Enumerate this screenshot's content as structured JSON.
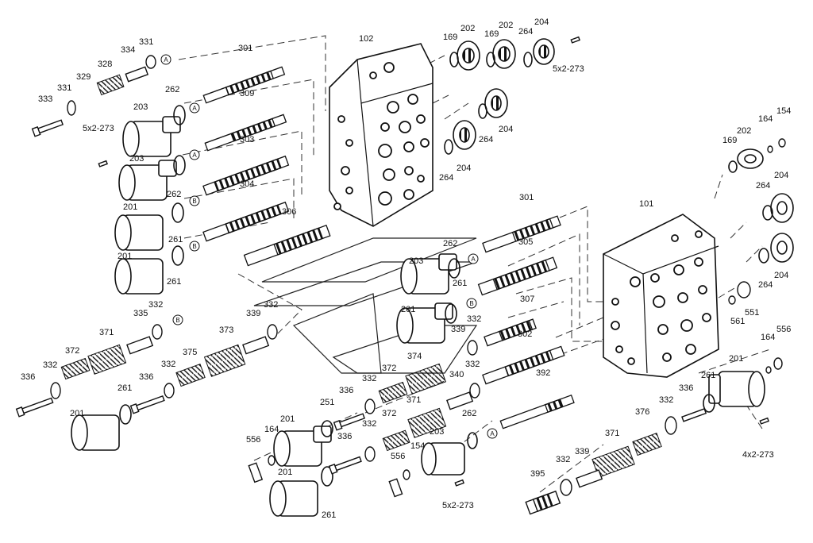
{
  "callouts": [
    {
      "id": "c331a",
      "label": "331"
    },
    {
      "id": "c334",
      "label": "334"
    },
    {
      "id": "c328",
      "label": "328"
    },
    {
      "id": "c329",
      "label": "329"
    },
    {
      "id": "c331b",
      "label": "331"
    },
    {
      "id": "c333",
      "label": "333"
    },
    {
      "id": "c203a",
      "label": "203"
    },
    {
      "id": "c5x2a",
      "label": "5x2-273"
    },
    {
      "id": "c203b",
      "label": "203"
    },
    {
      "id": "c262a",
      "label": "262"
    },
    {
      "id": "c262b",
      "label": "262"
    },
    {
      "id": "c301a",
      "label": "301"
    },
    {
      "id": "c309",
      "label": "309"
    },
    {
      "id": "c303",
      "label": "303"
    },
    {
      "id": "c304",
      "label": "304"
    },
    {
      "id": "c306",
      "label": "306"
    },
    {
      "id": "c201a",
      "label": "201"
    },
    {
      "id": "c201b",
      "label": "201"
    },
    {
      "id": "c261a",
      "label": "261"
    },
    {
      "id": "c261b",
      "label": "261"
    },
    {
      "id": "c102",
      "label": "102"
    },
    {
      "id": "c169a",
      "label": "169"
    },
    {
      "id": "c202a",
      "label": "202"
    },
    {
      "id": "c169b",
      "label": "169"
    },
    {
      "id": "c202b",
      "label": "202"
    },
    {
      "id": "c264a",
      "label": "264"
    },
    {
      "id": "c204a",
      "label": "204"
    },
    {
      "id": "c5x2b",
      "label": "5x2-273"
    },
    {
      "id": "c204b",
      "label": "204"
    },
    {
      "id": "c264b",
      "label": "264"
    },
    {
      "id": "c264c",
      "label": "264"
    },
    {
      "id": "c204c",
      "label": "204"
    },
    {
      "id": "c301b",
      "label": "301"
    },
    {
      "id": "c262c",
      "label": "262"
    },
    {
      "id": "c305",
      "label": "305"
    },
    {
      "id": "c203c",
      "label": "203"
    },
    {
      "id": "c261c",
      "label": "261"
    },
    {
      "id": "c307",
      "label": "307"
    },
    {
      "id": "c201c",
      "label": "201"
    },
    {
      "id": "c339a",
      "label": "339"
    },
    {
      "id": "c332a",
      "label": "332"
    },
    {
      "id": "c302",
      "label": "302"
    },
    {
      "id": "c101",
      "label": "101"
    },
    {
      "id": "c169c",
      "label": "169"
    },
    {
      "id": "c202c",
      "label": "202"
    },
    {
      "id": "c164a",
      "label": "164"
    },
    {
      "id": "c154a",
      "label": "154"
    },
    {
      "id": "c204d",
      "label": "204"
    },
    {
      "id": "c264d",
      "label": "264"
    },
    {
      "id": "c264e",
      "label": "264"
    },
    {
      "id": "c204e",
      "label": "204"
    },
    {
      "id": "c551",
      "label": "551"
    },
    {
      "id": "c561",
      "label": "561"
    },
    {
      "id": "c556a",
      "label": "556"
    },
    {
      "id": "c164b",
      "label": "164"
    },
    {
      "id": "c201d",
      "label": "201"
    },
    {
      "id": "c261d",
      "label": "261"
    },
    {
      "id": "c4x2",
      "label": "4x2-273"
    },
    {
      "id": "c371a",
      "label": "371"
    },
    {
      "id": "c335",
      "label": "335"
    },
    {
      "id": "c332b",
      "label": "332"
    },
    {
      "id": "c372a",
      "label": "372"
    },
    {
      "id": "c332c",
      "label": "332"
    },
    {
      "id": "c336a",
      "label": "336"
    },
    {
      "id": "c261e",
      "label": "261"
    },
    {
      "id": "c336b",
      "label": "336"
    },
    {
      "id": "c375",
      "label": "375"
    },
    {
      "id": "c332d",
      "label": "332"
    },
    {
      "id": "c373",
      "label": "373"
    },
    {
      "id": "c339b",
      "label": "339"
    },
    {
      "id": "c332e",
      "label": "332"
    },
    {
      "id": "c201e",
      "label": "201"
    },
    {
      "id": "c374",
      "label": "374"
    },
    {
      "id": "c372b",
      "label": "372"
    },
    {
      "id": "c332f",
      "label": "332"
    },
    {
      "id": "c336c",
      "label": "336"
    },
    {
      "id": "c251",
      "label": "251"
    },
    {
      "id": "c340",
      "label": "340"
    },
    {
      "id": "c332g",
      "label": "332"
    },
    {
      "id": "c371b",
      "label": "371"
    },
    {
      "id": "c372c",
      "label": "372"
    },
    {
      "id": "c332h",
      "label": "332"
    },
    {
      "id": "c262d",
      "label": "262"
    },
    {
      "id": "c201f",
      "label": "201"
    },
    {
      "id": "c164c",
      "label": "164"
    },
    {
      "id": "c556b",
      "label": "556"
    },
    {
      "id": "c336d",
      "label": "336"
    },
    {
      "id": "c201g",
      "label": "201"
    },
    {
      "id": "c261f",
      "label": "261"
    },
    {
      "id": "c203d",
      "label": "203"
    },
    {
      "id": "c154b",
      "label": "154"
    },
    {
      "id": "c556c",
      "label": "556"
    },
    {
      "id": "c5x2c",
      "label": "5x2-273"
    },
    {
      "id": "c392",
      "label": "392"
    },
    {
      "id": "c376",
      "label": "376"
    },
    {
      "id": "c332i",
      "label": "332"
    },
    {
      "id": "c336e",
      "label": "336"
    },
    {
      "id": "c371c",
      "label": "371"
    },
    {
      "id": "c339c",
      "label": "339"
    },
    {
      "id": "c332j",
      "label": "332"
    },
    {
      "id": "c395",
      "label": "395"
    }
  ],
  "markers": [
    {
      "id": "mA1",
      "label": "A"
    },
    {
      "id": "mA2",
      "label": "A"
    },
    {
      "id": "mA3",
      "label": "A"
    },
    {
      "id": "mB1",
      "label": "B"
    },
    {
      "id": "mB2",
      "label": "B"
    },
    {
      "id": "mA4",
      "label": "A"
    },
    {
      "id": "mB3",
      "label": "B"
    },
    {
      "id": "mB4",
      "label": "B"
    },
    {
      "id": "mA5",
      "label": "A"
    }
  ]
}
